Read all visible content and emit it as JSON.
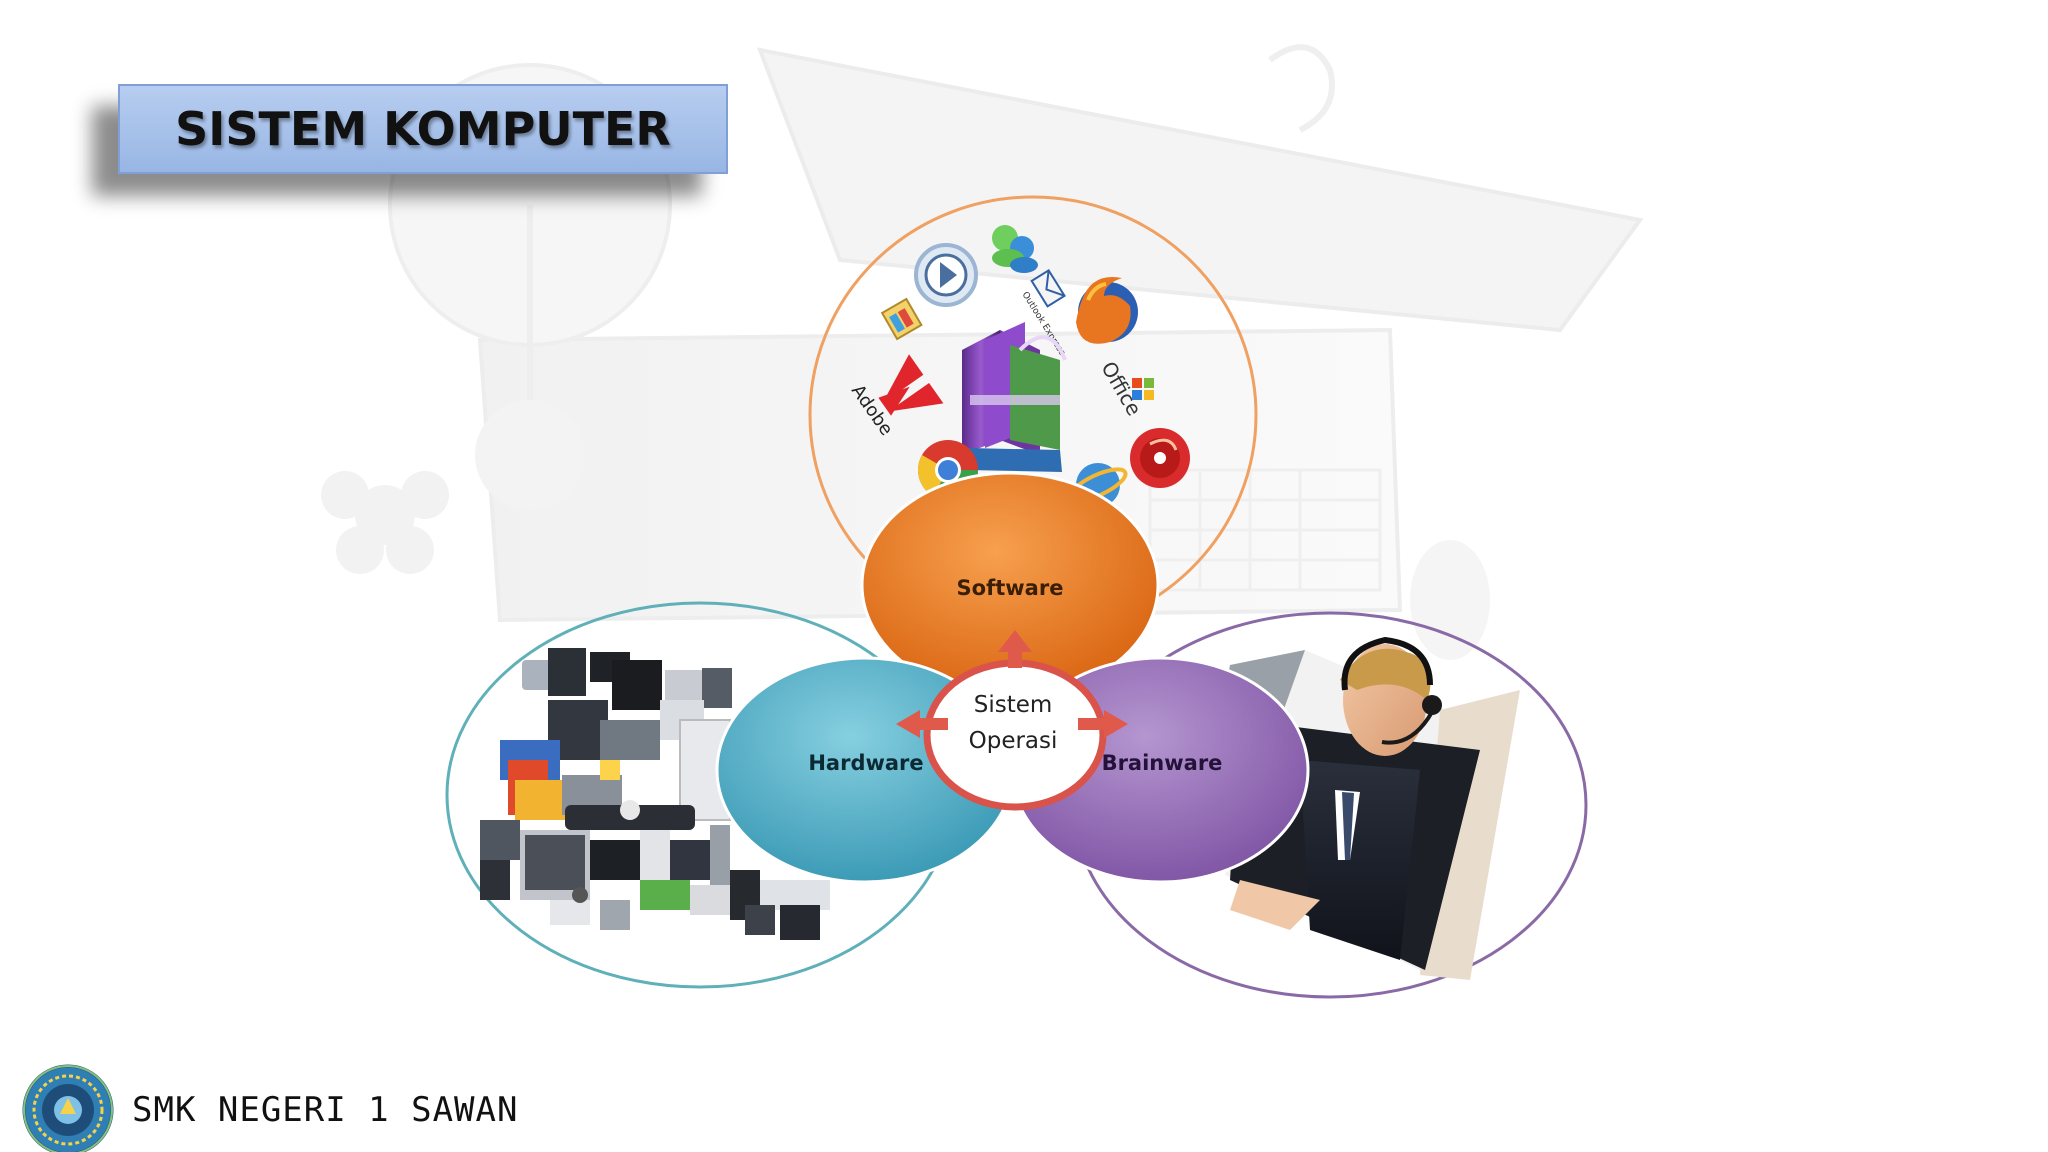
{
  "slide": {
    "title": "SISTEM KOMPUTER",
    "footer_text": "SMK NEGERI 1 SAWAN"
  },
  "diagram": {
    "center": {
      "line1": "Sistem",
      "line2": "Operasi"
    },
    "nodes": {
      "software": "Software",
      "hardware": "Hardware",
      "brainware": "Brainware"
    },
    "software_logos": {
      "adobe": "Adobe",
      "office": "Office",
      "outlook": "Outlook Express"
    }
  },
  "colors": {
    "software": "#e8711e",
    "hardware": "#4aaac4",
    "brainware": "#8d64b0",
    "center_ring": "#d9534a",
    "arrow": "#e05a4c",
    "software_outline": "#f0a060",
    "hardware_outline": "#5fb0b8",
    "brainware_outline": "#8a6aa6"
  },
  "icons": [
    "windows-media-player-icon",
    "msn-messenger-icon",
    "outlook-express-icon",
    "firefox-icon",
    "winrar-icon",
    "chrome-icon",
    "internet-explorer-icon",
    "cd-burner-icon",
    "office-icon",
    "adobe-icon",
    "paint-icon",
    "school-logo-icon"
  ]
}
